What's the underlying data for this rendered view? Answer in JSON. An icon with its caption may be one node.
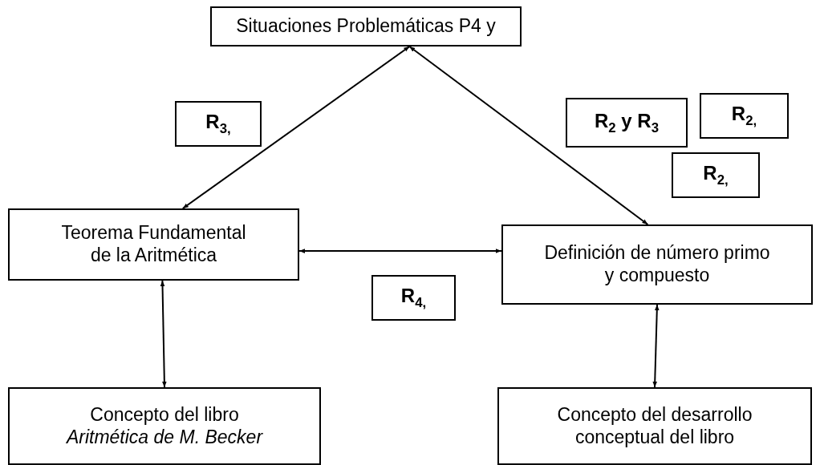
{
  "diagram": {
    "nodes": [
      {
        "text": [
          "Situaciones Problemáticas P4 y"
        ]
      },
      {
        "text": [
          "R$_{3,}$"
        ]
      },
      {
        "text": [
          "R$_{2}$ y R$_{3}$"
        ]
      },
      {
        "text": [
          "R$_{2,}$"
        ]
      },
      {
        "text": [
          "R$_{2,}$"
        ]
      },
      {
        "text": [
          "Teorema Fundamental de la Aritmética"
        ]
      },
      {
        "text": [
          "Definición de número primo y compuesto"
        ]
      },
      {
        "text": [
          "R$_{4,}$"
        ]
      },
      {
        "text": [
          "Concepto del libro *Aritmética de M. Becker*"
        ]
      },
      {
        "text": [
          "Concepto del desarrollo conceptual del libro"
        ]
      }
    ],
    "edges": [
      {
        "from": 0,
        "to": 5,
        "arrow": "both"
      },
      {
        "from": 0,
        "to": 6,
        "arrow": "both"
      },
      {
        "from": 5,
        "to": 6,
        "arrow": "both"
      },
      {
        "from": 5,
        "to": 8,
        "arrow": "both"
      },
      {
        "from": 6,
        "to": 9,
        "arrow": "both"
      }
    ]
  }
}
